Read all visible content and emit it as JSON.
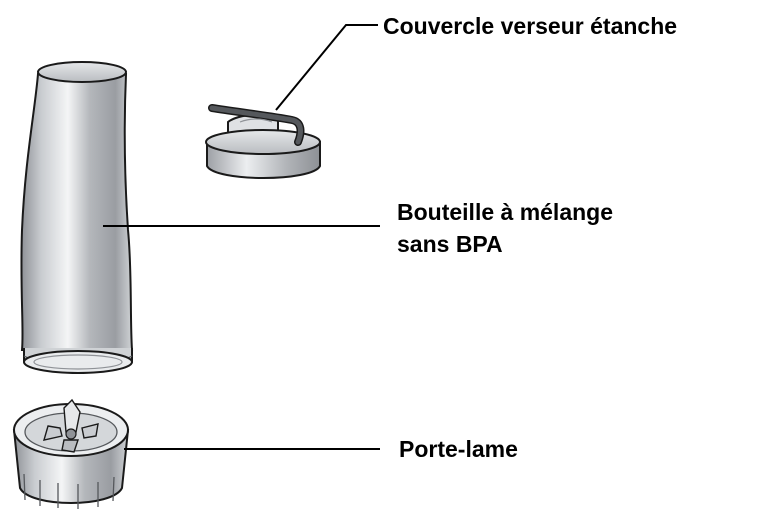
{
  "labels": {
    "lid": "Couvercle verseur étanche",
    "bottle_line1": "Bouteille à mélange",
    "bottle_line2": "sans BPA",
    "blade": "Porte-lame"
  },
  "colors": {
    "outline": "#1a1a1a",
    "metal_dark": "#8f9297",
    "metal_mid": "#c9ccd0",
    "metal_light": "#f4f5f6",
    "handle": "#55585c",
    "leader_line": "#000000"
  }
}
